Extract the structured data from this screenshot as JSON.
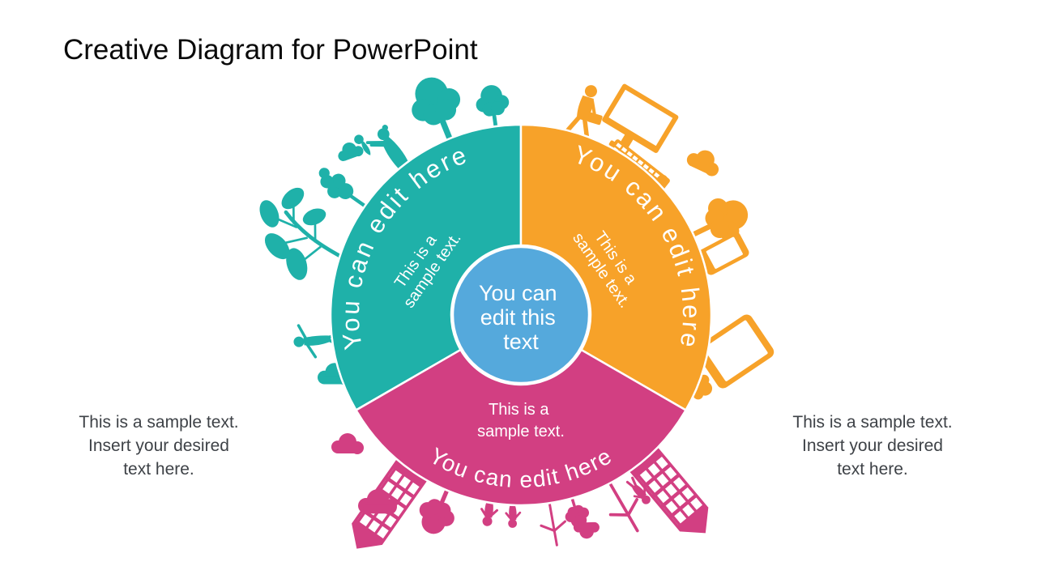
{
  "slide": {
    "title": "Creative Diagram for PowerPoint"
  },
  "colors": {
    "teal": "#1fb1a9",
    "orange": "#f7a229",
    "pink": "#d23f82",
    "blue": "#55a9dc",
    "title_black": "#0a0a0a",
    "note_gray": "#3e4247",
    "white": "#ffffff"
  },
  "diagram": {
    "center": {
      "lines": [
        "You can",
        "edit this",
        "text"
      ]
    },
    "segments": [
      {
        "name": "teal segment (top-left)",
        "arc_label": "You can edit here",
        "sample": [
          "This is a",
          "sample text."
        ],
        "decorations": [
          "tree-icon",
          "tree-icon",
          "mother-and-child-icon",
          "cloud-icon",
          "blob-tree-icon",
          "leaf-branch-icon",
          "dancer-icon",
          "cloud-icon"
        ]
      },
      {
        "name": "orange segment (top-right)",
        "arc_label": "You can edit here",
        "sample": [
          "This is a",
          "sample text."
        ],
        "decorations": [
          "businessman-icon",
          "monitor-icon",
          "keyboard-icon",
          "mouse-icon",
          "cloud-icon",
          "tree-icon",
          "smartphone-icon",
          "tablet-icon",
          "cloud-icon"
        ]
      },
      {
        "name": "pink segment (bottom)",
        "arc_label": "You can edit here",
        "sample": [
          "This is a",
          "sample text."
        ],
        "decorations": [
          "cloud-icon",
          "building-icon",
          "cloud-icon",
          "tree-icon",
          "child-icon",
          "child-icon",
          "wind-turbine-icon",
          "tree-icon",
          "cloud-icon",
          "wind-turbine-icon",
          "child-icon",
          "building-icon"
        ]
      }
    ]
  },
  "side_notes": {
    "left": {
      "text": "This is a sample text.\nInsert your desired\ntext here."
    },
    "right": {
      "text": "This is a sample text.\nInsert your desired\ntext here."
    }
  }
}
